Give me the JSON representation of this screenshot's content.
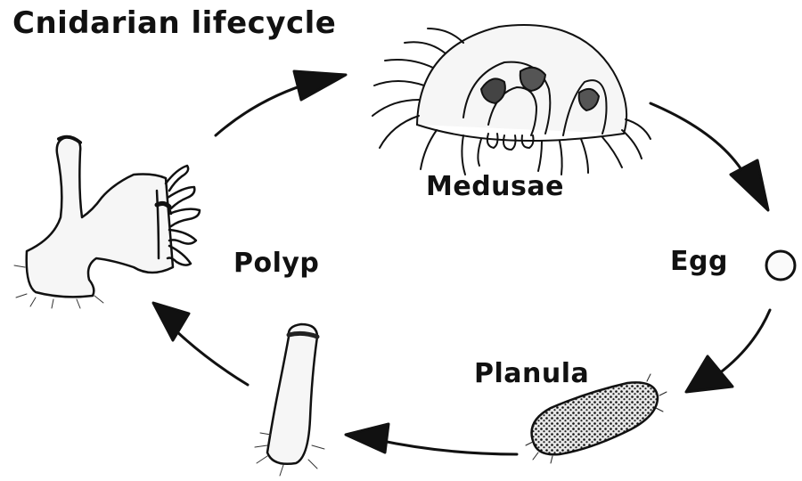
{
  "title": "Cnidarian lifecycle",
  "stages": {
    "medusae": "Medusae",
    "egg": "Egg",
    "planula": "Planula",
    "polyp": "Polyp"
  },
  "colors": {
    "ink": "#111111",
    "background": "#ffffff",
    "planula_fill": "#3a3a3a"
  }
}
